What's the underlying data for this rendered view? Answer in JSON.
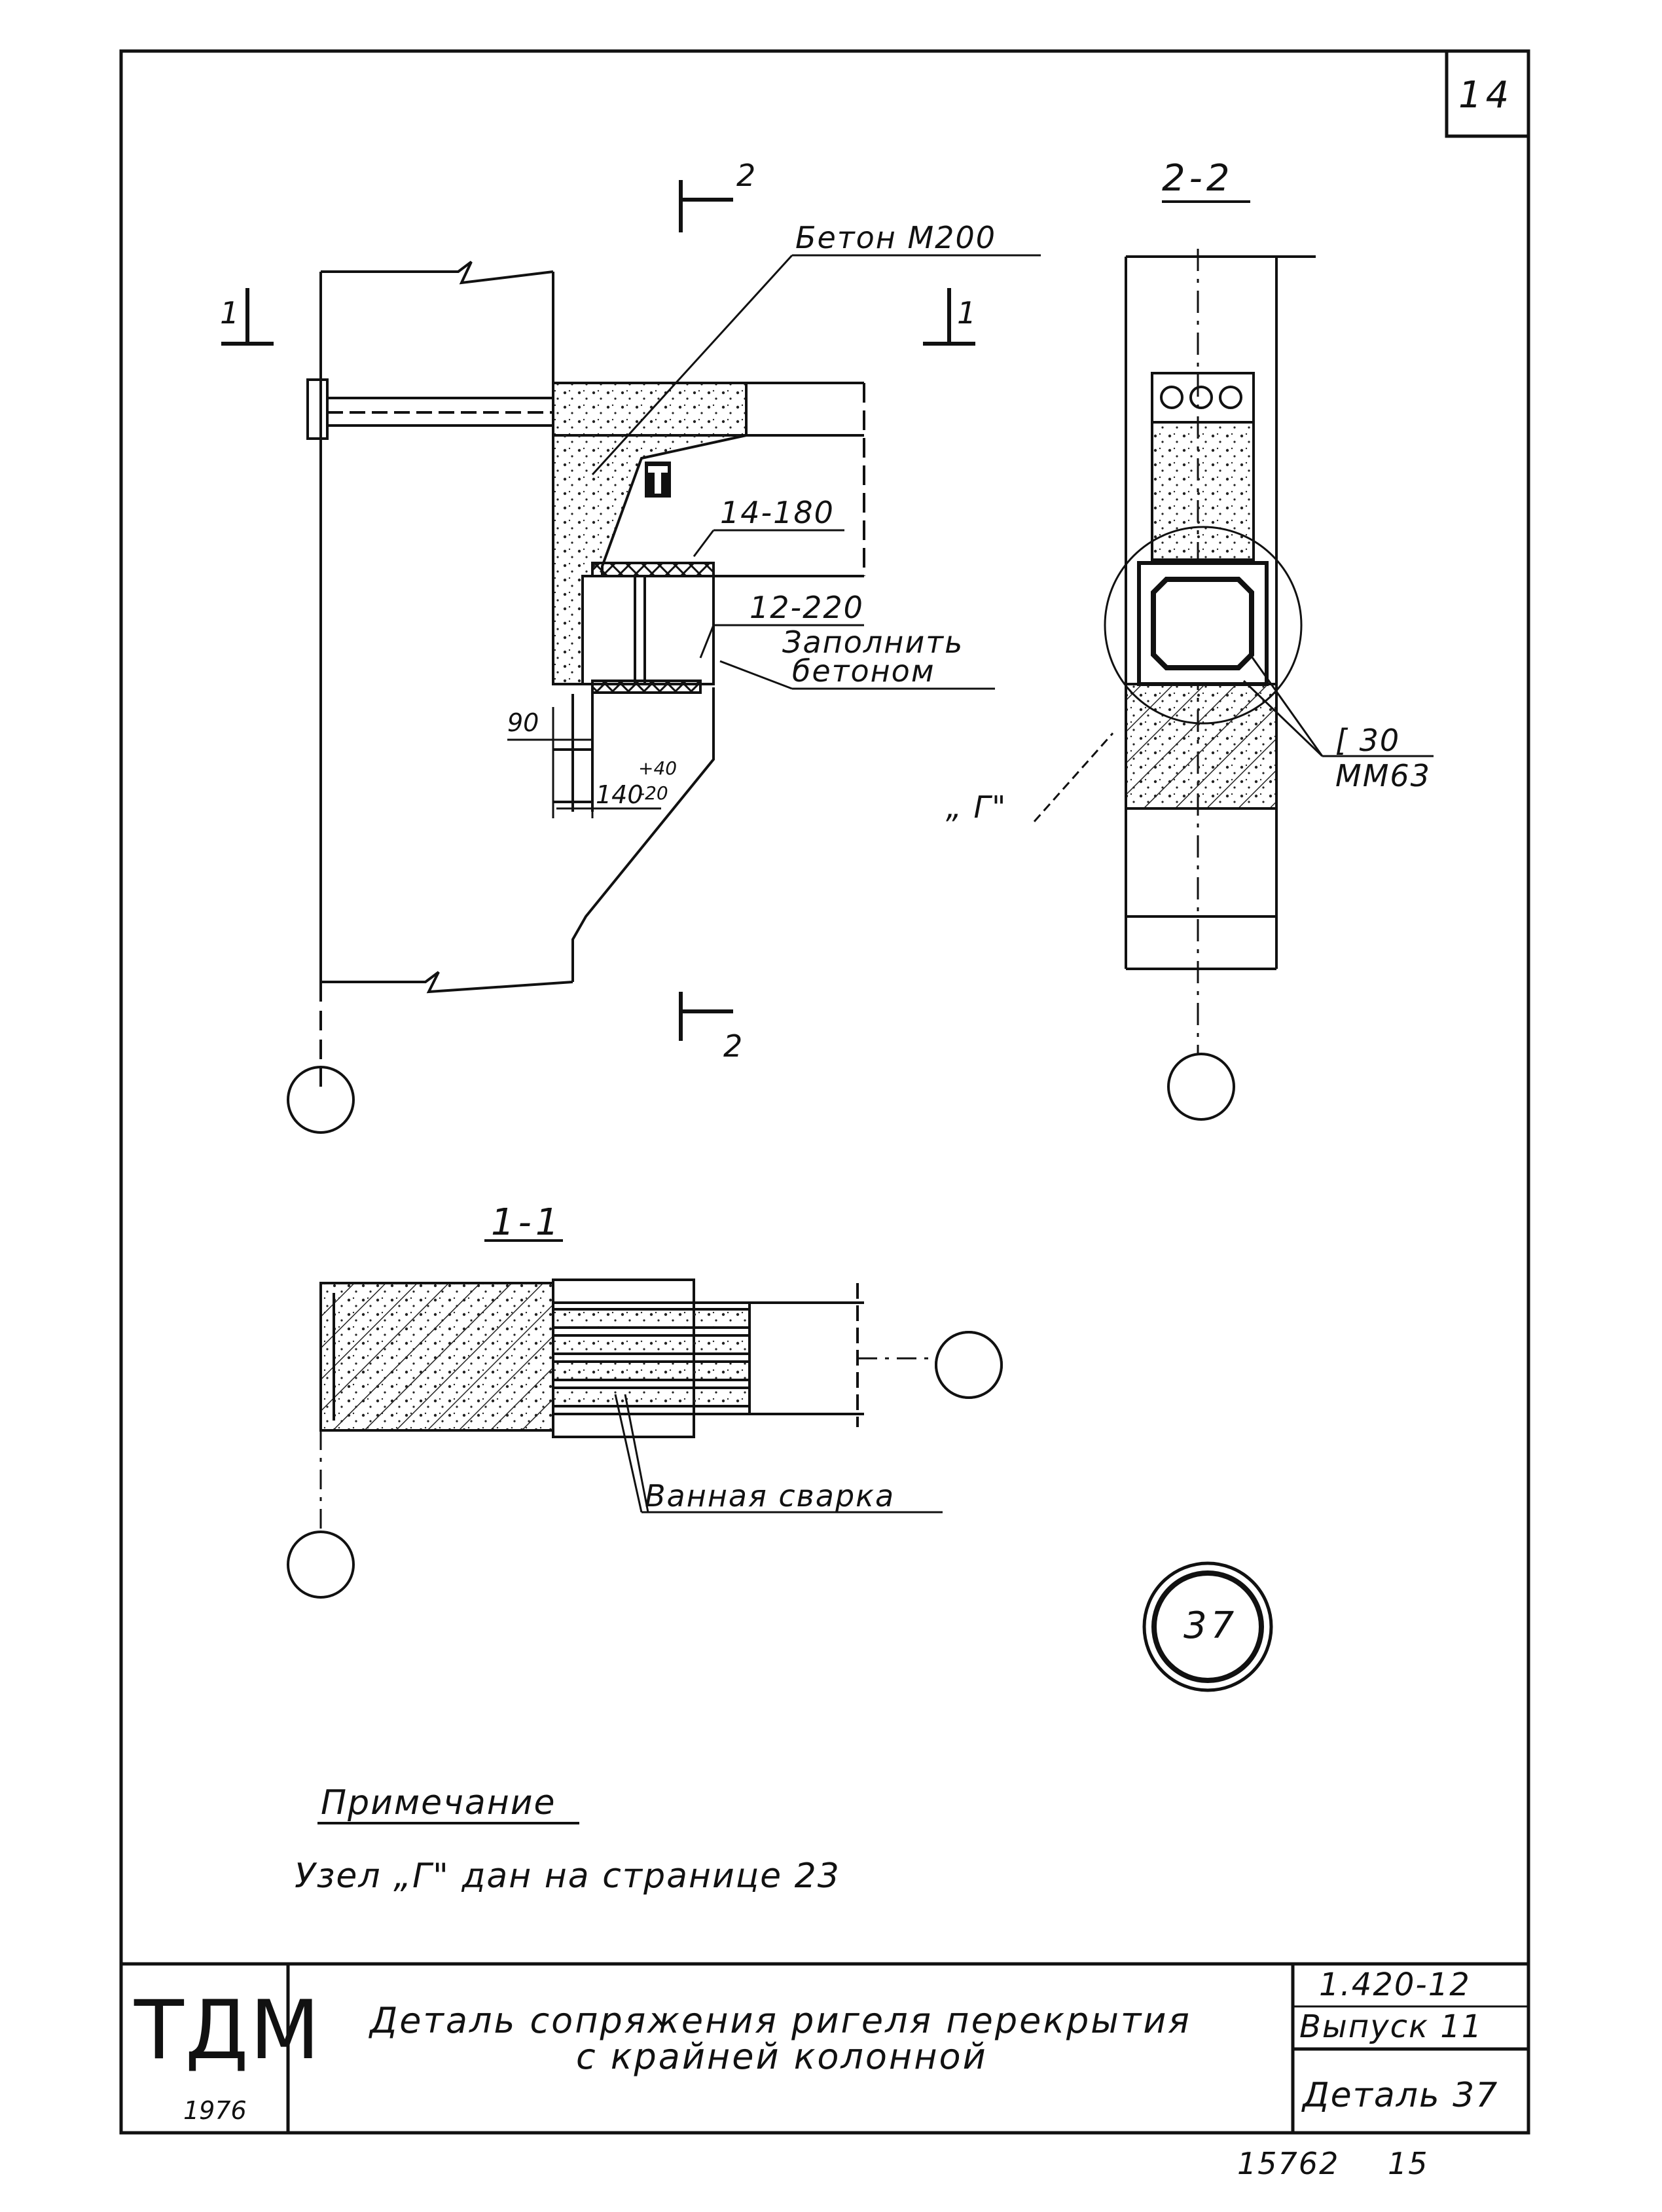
{
  "sheet": {
    "page_number": "14",
    "archive_number": "15762",
    "sheet_code": "15"
  },
  "drawing": {
    "section_mark_2_top": "2",
    "section_mark_2_bottom": "2",
    "section_mark_1_left": "1",
    "section_mark_1_right": "1",
    "label_concrete": "Бетон М200",
    "label_plate_top": "14-180",
    "label_plate_bottom": "12-220",
    "label_fill_line1": "Заполнить",
    "label_fill_line2": "бетоном",
    "dim_90": "90",
    "dim_140": "140",
    "dim_tol_plus": "+40",
    "dim_tol_minus": "-20",
    "view_2_2_title": "2-2",
    "label_channel": "[ 30",
    "label_steel": "ММ63",
    "label_node": "„ Г\"",
    "view_1_1_title": "1-1",
    "label_welding": "Ванная сварка",
    "detail_number": "37"
  },
  "note": {
    "title": "Примечание",
    "text": "Узел „Г\" дан на странице 23"
  },
  "title_block": {
    "logo": "ТДМ",
    "year": "1976",
    "title_line1": "Деталь сопряжения ригеля перекрытия",
    "title_line2": "с крайней колонной",
    "series": "1.420-12",
    "issue": "Выпуск 11",
    "detail": "Деталь 37"
  }
}
